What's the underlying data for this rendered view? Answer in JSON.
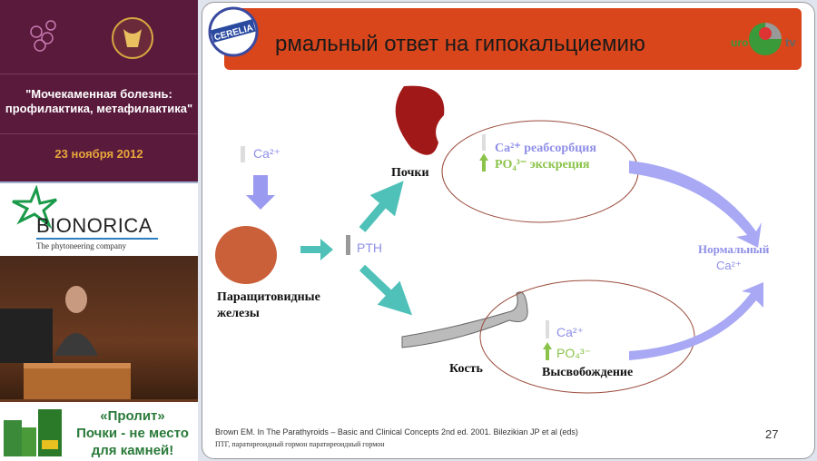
{
  "sidebar": {
    "conference_title": "\"Мочекаменная болезнь: профилактика, метафилактика\"",
    "date": "23 ноября 2012",
    "sponsor_name": "BIONORICA",
    "sponsor_tagline": "The phytoneering company",
    "ad_line1": "«Пролит»",
    "ad_line2": "Почки - не место",
    "ad_line3": "для камней!"
  },
  "slide": {
    "title": "рмальный ответ на гипокальциемию",
    "badge_logo": "CERELIA",
    "channel_logo": "uro tv",
    "ca_low": "Ca²⁺",
    "parathyroid_label": "Паращитовидные железы",
    "pth": "PTH",
    "kidney_label": "Почки",
    "kidney_ca": "Ca²⁺ реабсорбция",
    "kidney_po4": "PO₄³⁻ экскреция",
    "bone_label": "Кость",
    "bone_ca": "Ca²⁺",
    "bone_po4": "PO₄³⁻",
    "bone_release": "Высвобождение",
    "result_line1": "Нормальный",
    "result_line2": "Ca²⁺",
    "reference": "Brown EM. In The Parathyroids – Basic and Clinical Concepts 2nd ed. 2001. Bilezikian JP et al (eds)",
    "abbrev": "ПТГ, паратиреоидный гормон паратиреоидный гормон",
    "page_number": "27"
  },
  "colors": {
    "title_bar": "#d9461c",
    "sidebar_bg": "#5a1a3c",
    "arrow_teal": "#4fc1b8",
    "arrow_blue": "#9a9af0",
    "green": "#8bc34a"
  }
}
